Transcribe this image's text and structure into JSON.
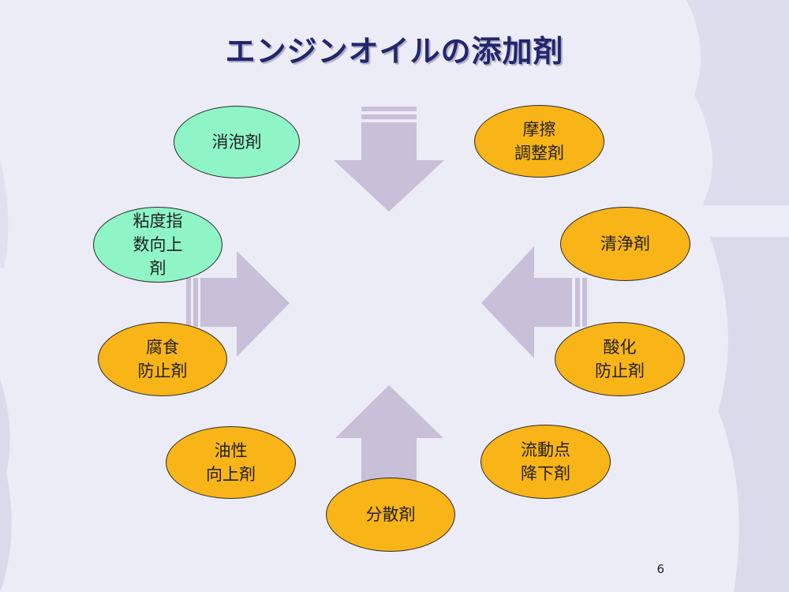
{
  "title": "エンジンオイルの添加剤",
  "page_number": "6",
  "colors": {
    "orange": "#f9b418",
    "green": "#8ff5c6",
    "arrow": "#c8bfd8",
    "background": "#ececf7",
    "title": "#22266e"
  },
  "additives": {
    "antifoam": "消泡剤",
    "friction_modifier": "摩擦\n調整剤",
    "viscosity_improver": "粘度指\n数向上\n剤",
    "detergent": "清浄剤",
    "corrosion_inhibitor": "腐食\n防止剤",
    "antioxidant": "酸化\n防止剤",
    "oiliness_improver": "油性\n向上剤",
    "pour_point_depressant": "流動点\n降下剤",
    "dispersant": "分散剤"
  }
}
